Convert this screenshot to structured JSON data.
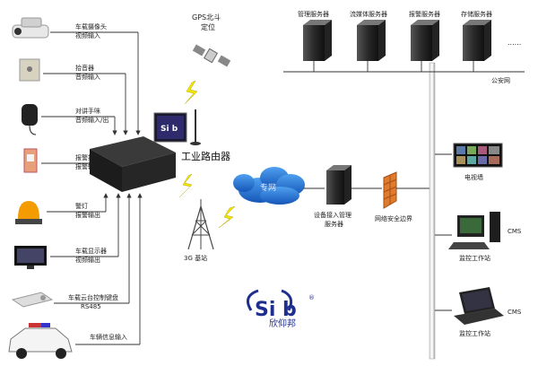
{
  "devices_left": [
    {
      "line1": "车载摄像头",
      "line2": "视频输入"
    },
    {
      "line1": "拾音器",
      "line2": "音频输入"
    },
    {
      "line1": "对讲手咪",
      "line2": "音频输入/出"
    },
    {
      "line1": "报警按钮",
      "line2": "报警输入"
    },
    {
      "line1": "警灯",
      "line2": "报警输出"
    },
    {
      "line1": "车载显示器",
      "line2": "视频输出"
    },
    {
      "line1": "车载云台控制键盘",
      "line2": "RS485"
    },
    {
      "line1": "车辆信息输入",
      "line2": ""
    }
  ],
  "gps": {
    "line1": "GPS北斗",
    "line2": "定位"
  },
  "router": {
    "label": "工业路由器",
    "screen_text": "Si b"
  },
  "tower": {
    "label": "3G 基站"
  },
  "cloud": {
    "label": "专网"
  },
  "access_server": {
    "line1": "设备接入管理",
    "line2": "服务器"
  },
  "firewall": {
    "label": "网络安全边界"
  },
  "servers": [
    {
      "label": "管理服务器"
    },
    {
      "label": "流媒体服务器"
    },
    {
      "label": "报警服务器"
    },
    {
      "label": "存储服务器"
    }
  ],
  "more_dots": "......",
  "public_net": "公安网",
  "tv_wall": {
    "label": "电视墙"
  },
  "workstations": [
    {
      "label": "监控工作站",
      "tag": "CMS"
    },
    {
      "label": "监控工作站",
      "tag": "CMS"
    }
  ],
  "logo": {
    "mark": "Si b",
    "name": "欣仰邦",
    "reg": "®"
  },
  "colors": {
    "cloud": "#1f6fd1",
    "bolt": "#f2e600",
    "firewall": "#e07a2c",
    "logo_blue": "#1f2f8f"
  }
}
